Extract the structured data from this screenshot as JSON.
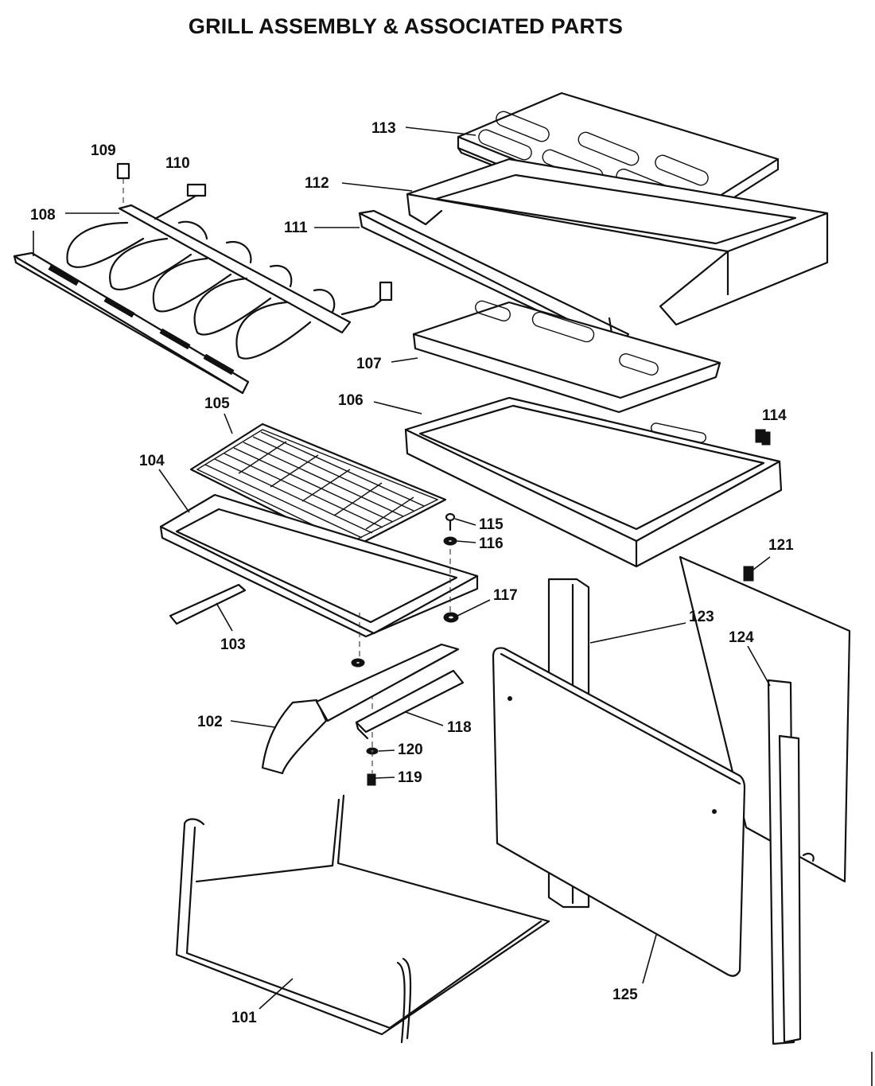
{
  "title": "GRILL ASSEMBLY & ASSOCIATED PARTS",
  "callouts": {
    "p101": "101",
    "p102": "102",
    "p103": "103",
    "p104": "104",
    "p105": "105",
    "p106": "106",
    "p107": "107",
    "p108": "108",
    "p109": "109",
    "p110": "110",
    "p111": "111",
    "p112": "112",
    "p113": "113",
    "p114": "114",
    "p115": "115",
    "p116": "116",
    "p117": "117",
    "p118": "118",
    "p119": "119",
    "p120": "120",
    "p121": "121",
    "p123": "123",
    "p124": "124",
    "p125": "125"
  }
}
